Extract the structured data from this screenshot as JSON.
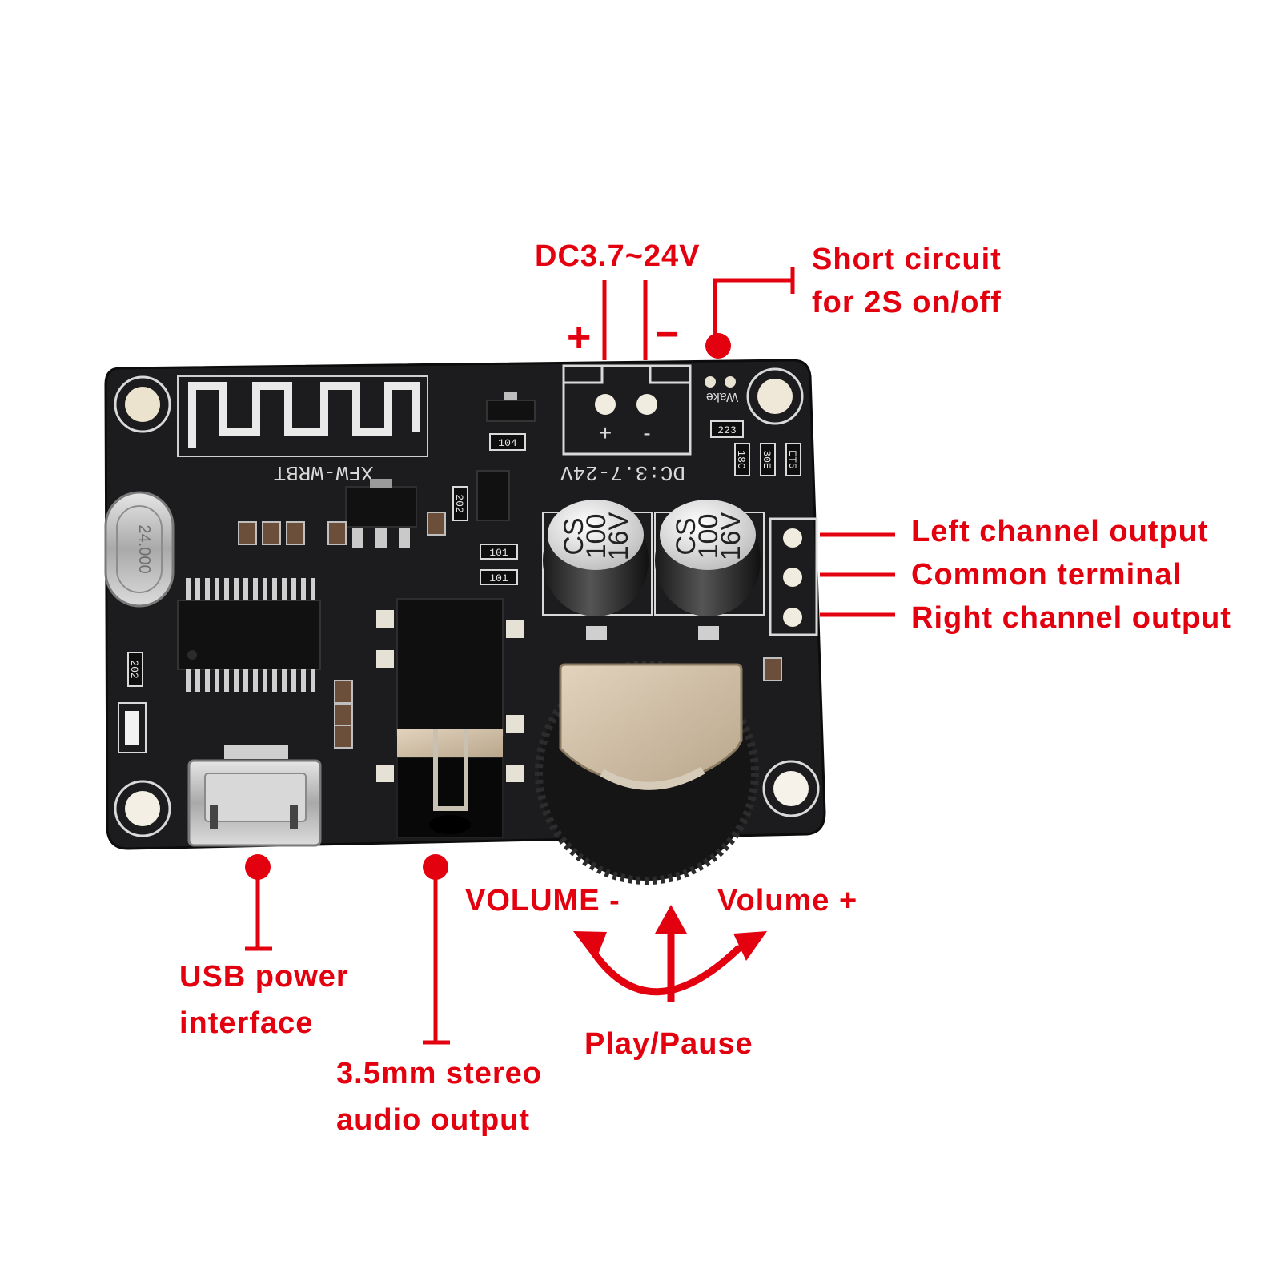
{
  "board": {
    "model_text": "XFW-WRBT",
    "dc_text": "DC:3.7-24V",
    "wake_text": "Wake",
    "crystal_text": "24.000",
    "cap_lines": [
      "CS",
      "100",
      "16V"
    ],
    "terminal_plus": "+",
    "terminal_minus": "-",
    "resistors": [
      "104",
      "223",
      "18C",
      "30E",
      "ET5",
      "101",
      "101",
      "202",
      "202"
    ]
  },
  "labels": {
    "dc_voltage": "DC3.7~24V",
    "plus": "+",
    "minus": "−",
    "short_circuit_1": "Short circuit",
    "short_circuit_2": "for 2S on/off",
    "left_channel": "Left channel output",
    "common_terminal": "Common terminal",
    "right_channel": "Right channel output",
    "usb_1": "USB power",
    "usb_2": "interface",
    "audio_1": "3.5mm stereo",
    "audio_2": "audio output",
    "volume_minus": "VOLUME -",
    "volume_plus": "Volume +",
    "play_pause": "Play/Pause"
  },
  "colors": {
    "annotation": "#e3000f",
    "pcb": "#1c1c1e",
    "silkscreen": "#d9d9d9"
  }
}
